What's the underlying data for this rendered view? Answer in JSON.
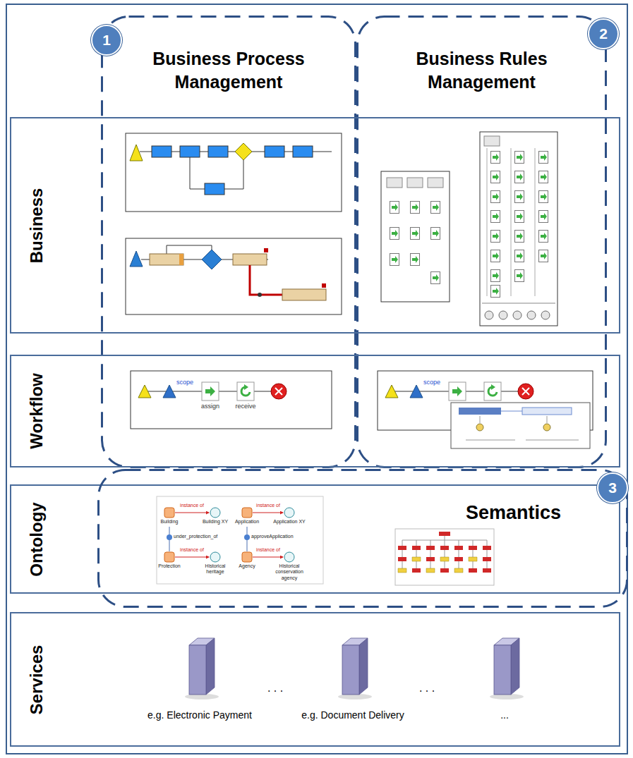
{
  "diagram": {
    "nodes": [
      {
        "text": [
          "Business Process Management"
        ]
      },
      {
        "text": [
          "1"
        ],
        "in": 0
      },
      {
        "text": [
          "Business Rules Management"
        ]
      },
      {
        "text": [
          "2"
        ],
        "in": 2
      },
      {
        "text": [
          "Business"
        ]
      },
      {
        "text": [
          "Workflow"
        ]
      },
      {
        "text": [
          "Ontology"
        ]
      },
      {
        "text": [
          "Semantics"
        ]
      },
      {
        "text": [
          "3"
        ],
        "in": 7
      },
      {
        "text": [
          "Services"
        ]
      }
    ],
    "labels": [
      "scope",
      "assign",
      "receive",
      "scope",
      "instance of",
      "Building",
      "Building XY",
      "under_protection_of",
      "Protection",
      "instance of",
      "Historical heritage",
      "instance of",
      "Application",
      "Application XY",
      "approveApplication",
      "Agency",
      "instance of",
      "Historical conservation agency",
      ". . .",
      "e.g. Electronic Payment",
      ". . .",
      "e.g. Document Delivery",
      "..."
    ]
  }
}
